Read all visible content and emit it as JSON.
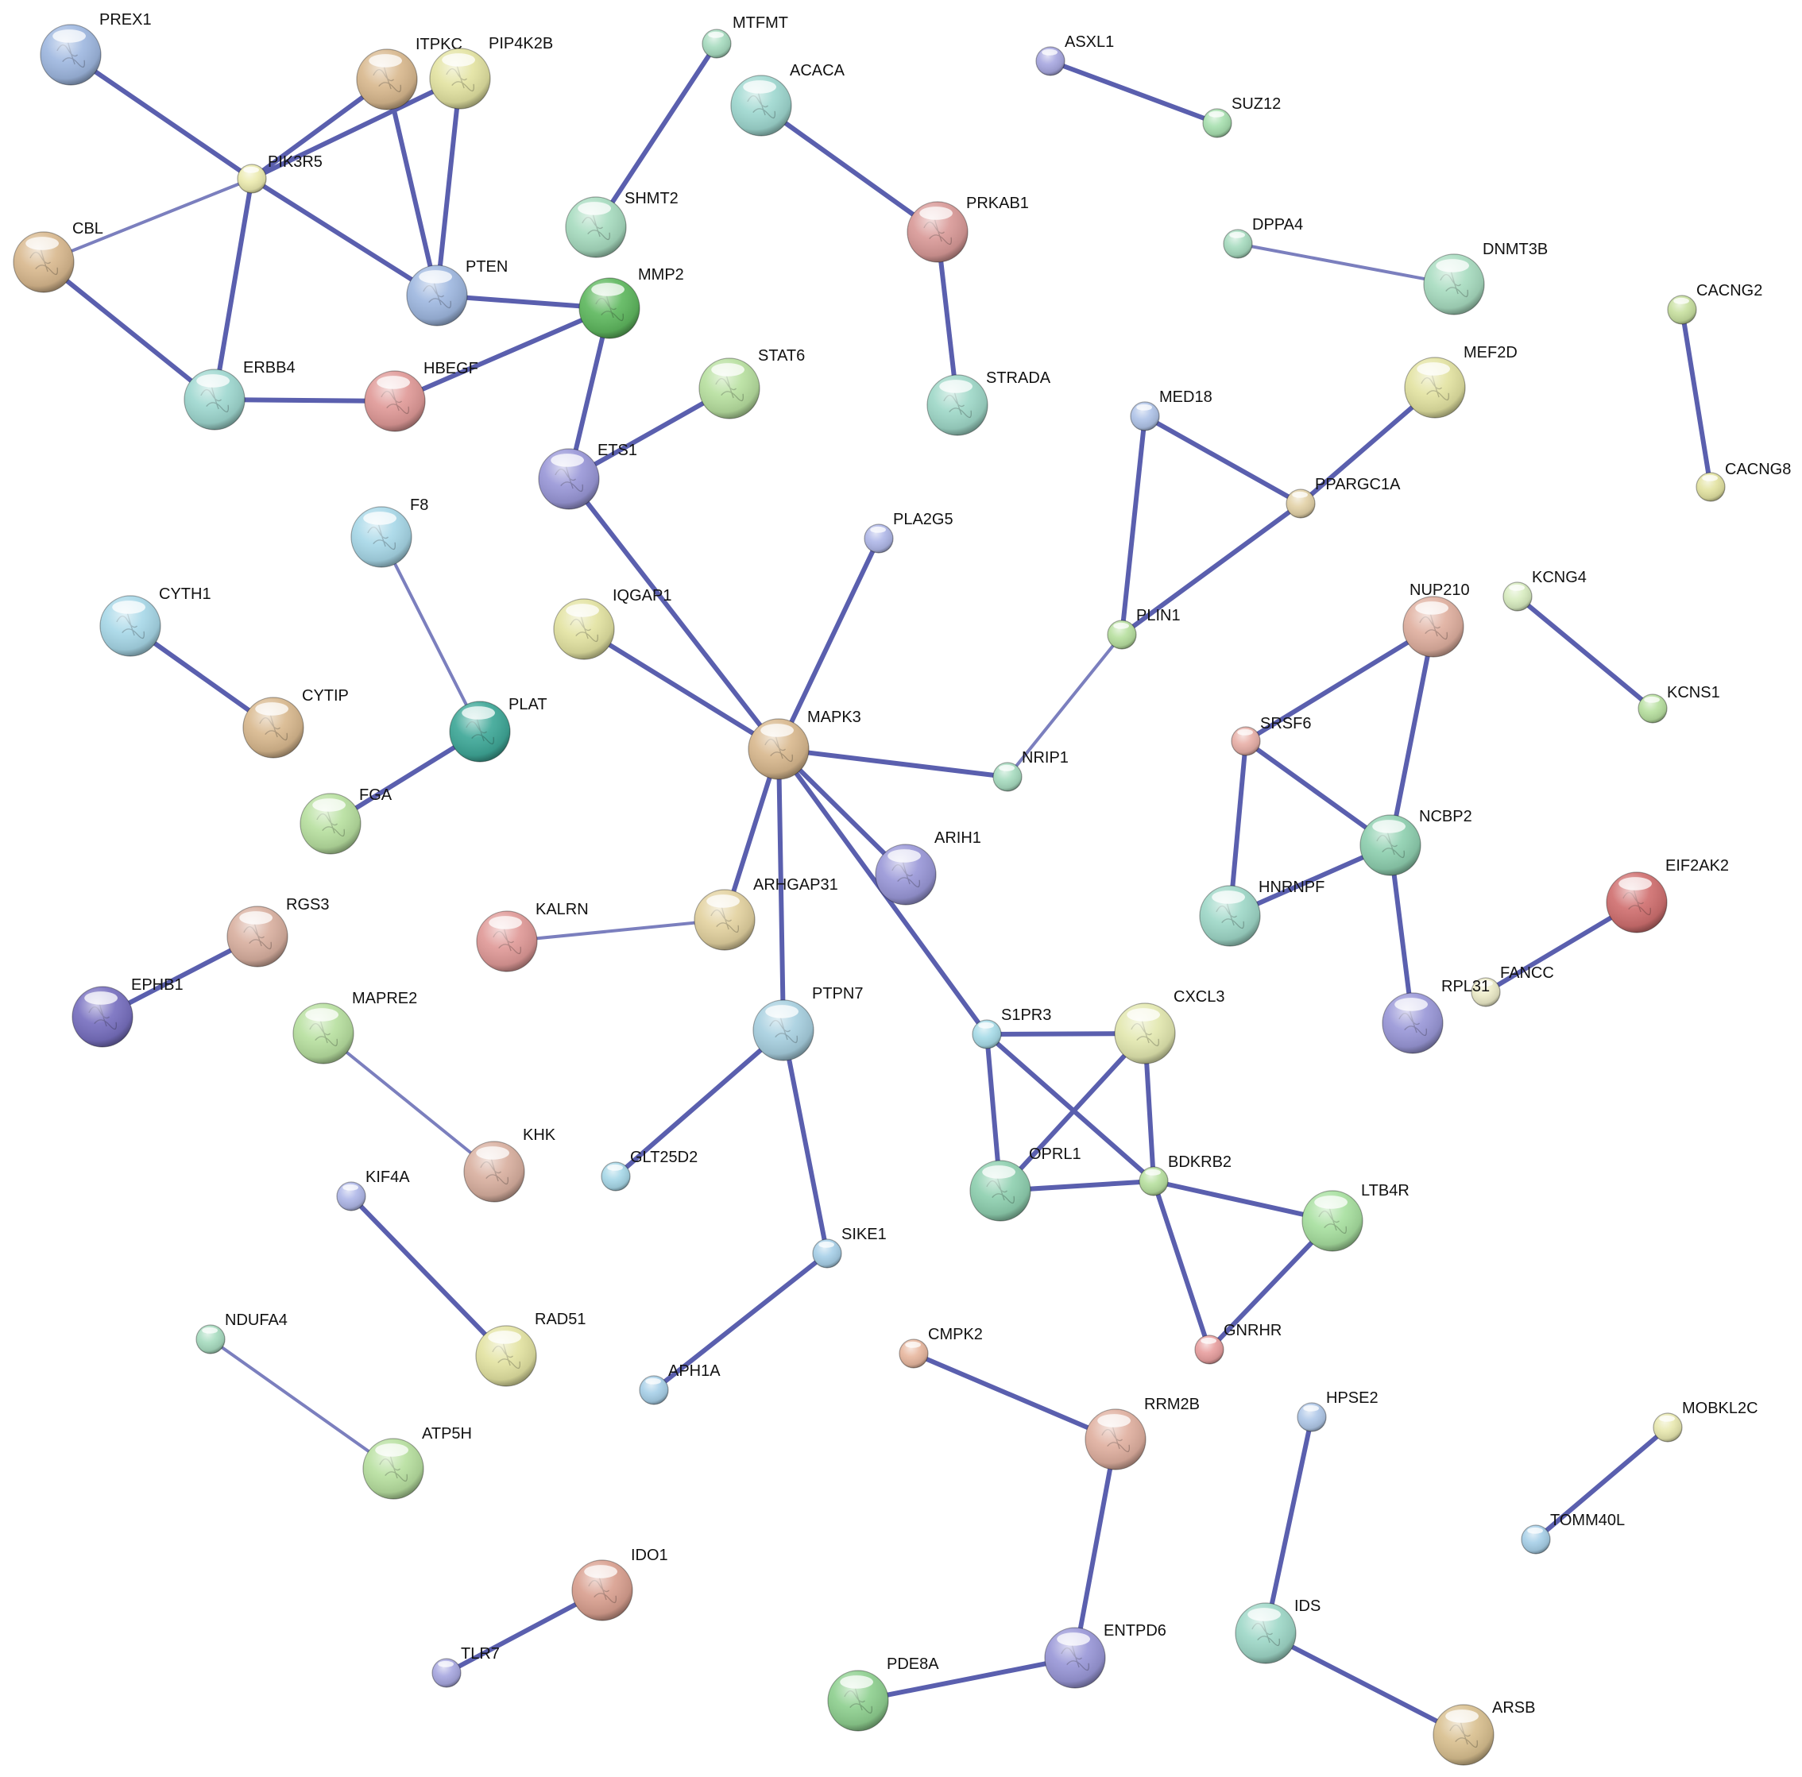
{
  "nodes": [
    {
      "id": "PREX1",
      "label": "PREX1",
      "color": "#9fb8e0",
      "kind": "protein"
    },
    {
      "id": "ITPKC",
      "label": "ITPKC",
      "color": "#d9b98f",
      "kind": "protein"
    },
    {
      "id": "PIP4K2B",
      "label": "PIP4K2B",
      "color": "#e3e3a2",
      "kind": "protein"
    },
    {
      "id": "PIK3R5",
      "label": "PIK3R5",
      "color": "#ecebb0",
      "kind": "small"
    },
    {
      "id": "CBL",
      "label": "CBL",
      "color": "#d9b98f",
      "kind": "protein"
    },
    {
      "id": "PTEN",
      "label": "PTEN",
      "color": "#9fb8e0",
      "kind": "protein"
    },
    {
      "id": "ERBB4",
      "label": "ERBB4",
      "color": "#9fd8d0",
      "kind": "protein"
    },
    {
      "id": "HBEGF",
      "label": "HBEGF",
      "color": "#e09a98",
      "kind": "protein"
    },
    {
      "id": "MTFMT",
      "label": "MTFMT",
      "color": "#a8dcc0",
      "kind": "small"
    },
    {
      "id": "SHMT2",
      "label": "SHMT2",
      "color": "#a8dcc0",
      "kind": "protein"
    },
    {
      "id": "MMP2",
      "label": "MMP2",
      "color": "#5fb85f",
      "kind": "protein"
    },
    {
      "id": "ACACA",
      "label": "ACACA",
      "color": "#9fd8d0",
      "kind": "protein"
    },
    {
      "id": "PRKAB1",
      "label": "PRKAB1",
      "color": "#d99a98",
      "kind": "protein"
    },
    {
      "id": "STRADA",
      "label": "STRADA",
      "color": "#9fd8c8",
      "kind": "protein"
    },
    {
      "id": "STAT6",
      "label": "STAT6",
      "color": "#b8e0a0",
      "kind": "protein"
    },
    {
      "id": "ETS1",
      "label": "ETS1",
      "color": "#9a98d8",
      "kind": "protein"
    },
    {
      "id": "ASXL1",
      "label": "ASXL1",
      "color": "#a8a8e0",
      "kind": "small"
    },
    {
      "id": "SUZ12",
      "label": "SUZ12",
      "color": "#a8e0b0",
      "kind": "small"
    },
    {
      "id": "DPPA4",
      "label": "DPPA4",
      "color": "#a8dcc0",
      "kind": "small"
    },
    {
      "id": "DNMT3B",
      "label": "DNMT3B",
      "color": "#a8dcc0",
      "kind": "protein"
    },
    {
      "id": "CACNG2",
      "label": "CACNG2",
      "color": "#c8e0a0",
      "kind": "small"
    },
    {
      "id": "CACNG8",
      "label": "CACNG8",
      "color": "#e3e3a2",
      "kind": "small"
    },
    {
      "id": "MEF2D",
      "label": "MEF2D",
      "color": "#e3e3a2",
      "kind": "protein"
    },
    {
      "id": "MED18",
      "label": "MED18",
      "color": "#b0c4e8",
      "kind": "small"
    },
    {
      "id": "PPARGC1A",
      "label": "PPARGC1A",
      "color": "#e3d2a8",
      "kind": "small"
    },
    {
      "id": "PLIN1",
      "label": "PLIN1",
      "color": "#b8e0a0",
      "kind": "small"
    },
    {
      "id": "F8",
      "label": "F8",
      "color": "#a8d8e8",
      "kind": "protein"
    },
    {
      "id": "CYTH1",
      "label": "CYTH1",
      "color": "#a8d8e8",
      "kind": "protein"
    },
    {
      "id": "CYTIP",
      "label": "CYTIP",
      "color": "#d9b98f",
      "kind": "protein"
    },
    {
      "id": "PLAT",
      "label": "PLAT",
      "color": "#3fa898",
      "kind": "protein"
    },
    {
      "id": "FGA",
      "label": "FGA",
      "color": "#b8e0a0",
      "kind": "protein"
    },
    {
      "id": "IQGAP1",
      "label": "IQGAP1",
      "color": "#e3e3a2",
      "kind": "protein"
    },
    {
      "id": "PLA2G5",
      "label": "PLA2G5",
      "color": "#b0b8e8",
      "kind": "small"
    },
    {
      "id": "MAPK3",
      "label": "MAPK3",
      "color": "#d9b98f",
      "kind": "protein"
    },
    {
      "id": "NRIP1",
      "label": "NRIP1",
      "color": "#a8dcc0",
      "kind": "small"
    },
    {
      "id": "NUP210",
      "label": "NUP210",
      "color": "#e0b0a0",
      "kind": "protein"
    },
    {
      "id": "KCNG4",
      "label": "KCNG4",
      "color": "#d8ecc0",
      "kind": "small"
    },
    {
      "id": "KCNS1",
      "label": "KCNS1",
      "color": "#b8e0a0",
      "kind": "small"
    },
    {
      "id": "SRSF6",
      "label": "SRSF6",
      "color": "#e8b0a8",
      "kind": "small"
    },
    {
      "id": "NCBP2",
      "label": "NCBP2",
      "color": "#8fd0b0",
      "kind": "protein"
    },
    {
      "id": "HNRNPF",
      "label": "HNRNPF",
      "color": "#9fd8c8",
      "kind": "protein"
    },
    {
      "id": "ARIH1",
      "label": "ARIH1",
      "color": "#9a98d8",
      "kind": "protein"
    },
    {
      "id": "ARHGAP31",
      "label": "ARHGAP31",
      "color": "#e3d2a0",
      "kind": "protein"
    },
    {
      "id": "KALRN",
      "label": "KALRN",
      "color": "#e09a98",
      "kind": "protein"
    },
    {
      "id": "RGS3",
      "label": "RGS3",
      "color": "#d9b0a0",
      "kind": "protein"
    },
    {
      "id": "EPHB1",
      "label": "EPHB1",
      "color": "#7870c0",
      "kind": "protein"
    },
    {
      "id": "EIF2AK2",
      "label": "EIF2AK2",
      "color": "#d07070",
      "kind": "protein"
    },
    {
      "id": "FANCC",
      "label": "FANCC",
      "color": "#ecebc8",
      "kind": "small"
    },
    {
      "id": "RPL31",
      "label": "RPL31",
      "color": "#9a98d8",
      "kind": "protein"
    },
    {
      "id": "MAPRE2",
      "label": "MAPRE2",
      "color": "#b8e0a0",
      "kind": "protein"
    },
    {
      "id": "PTPN7",
      "label": "PTPN7",
      "color": "#a8d0e0",
      "kind": "protein"
    },
    {
      "id": "S1PR3",
      "label": "S1PR3",
      "color": "#a8dce8",
      "kind": "small"
    },
    {
      "id": "CXCL3",
      "label": "CXCL3",
      "color": "#e3e8b0",
      "kind": "protein"
    },
    {
      "id": "KHK",
      "label": "KHK",
      "color": "#d9b0a0",
      "kind": "protein"
    },
    {
      "id": "GLT25D2",
      "label": "GLT25D2",
      "color": "#a8d8e8",
      "kind": "small"
    },
    {
      "id": "OPRL1",
      "label": "OPRL1",
      "color": "#8fd0b0",
      "kind": "protein"
    },
    {
      "id": "BDKRB2",
      "label": "BDKRB2",
      "color": "#b8e0a0",
      "kind": "small"
    },
    {
      "id": "LTB4R",
      "label": "LTB4R",
      "color": "#a8e0a0",
      "kind": "protein"
    },
    {
      "id": "KIF4A",
      "label": "KIF4A",
      "color": "#b0b8e8",
      "kind": "small"
    },
    {
      "id": "SIKE1",
      "label": "SIKE1",
      "color": "#a8d0e8",
      "kind": "small"
    },
    {
      "id": "RAD51",
      "label": "RAD51",
      "color": "#e3e3a2",
      "kind": "protein"
    },
    {
      "id": "NDUFA4",
      "label": "NDUFA4",
      "color": "#a8dcc0",
      "kind": "small"
    },
    {
      "id": "CMPK2",
      "label": "CMPK2",
      "color": "#e8b8a0",
      "kind": "small"
    },
    {
      "id": "GNRHR",
      "label": "GNRHR",
      "color": "#e8a0a0",
      "kind": "small"
    },
    {
      "id": "APH1A",
      "label": "APH1A",
      "color": "#a8d0e8",
      "kind": "small"
    },
    {
      "id": "RRM2B",
      "label": "RRM2B",
      "color": "#e0b0a0",
      "kind": "protein"
    },
    {
      "id": "HPSE2",
      "label": "HPSE2",
      "color": "#b0c8e8",
      "kind": "small"
    },
    {
      "id": "MOBKL2C",
      "label": "MOBKL2C",
      "color": "#e8e8b0",
      "kind": "small"
    },
    {
      "id": "ATP5H",
      "label": "ATP5H",
      "color": "#b8e0a0",
      "kind": "protein"
    },
    {
      "id": "TOMM40L",
      "label": "TOMM40L",
      "color": "#a8d0e8",
      "kind": "small"
    },
    {
      "id": "IDO1",
      "label": "IDO1",
      "color": "#d9a090",
      "kind": "protein"
    },
    {
      "id": "IDS",
      "label": "IDS",
      "color": "#9fd8c8",
      "kind": "protein"
    },
    {
      "id": "TLR7",
      "label": "TLR7",
      "color": "#a8a8e0",
      "kind": "small"
    },
    {
      "id": "ENTPD6",
      "label": "ENTPD6",
      "color": "#9a98d8",
      "kind": "protein"
    },
    {
      "id": "PDE8A",
      "label": "PDE8A",
      "color": "#8fd090",
      "kind": "protein"
    },
    {
      "id": "ARSB",
      "label": "ARSB",
      "color": "#d9c090",
      "kind": "protein"
    }
  ],
  "edges": [
    {
      "source": "PREX1",
      "target": "PIK3R5",
      "weight": "strong"
    },
    {
      "source": "ITPKC",
      "target": "PIK3R5",
      "weight": "strong"
    },
    {
      "source": "PIP4K2B",
      "target": "PIK3R5",
      "weight": "strong"
    },
    {
      "source": "ITPKC",
      "target": "PTEN",
      "weight": "strong"
    },
    {
      "source": "PIP4K2B",
      "target": "PTEN",
      "weight": "strong"
    },
    {
      "source": "PIK3R5",
      "target": "CBL",
      "weight": "medium"
    },
    {
      "source": "PIK3R5",
      "target": "PTEN",
      "weight": "strong"
    },
    {
      "source": "PIK3R5",
      "target": "ERBB4",
      "weight": "strong"
    },
    {
      "source": "CBL",
      "target": "ERBB4",
      "weight": "strong"
    },
    {
      "source": "ERBB4",
      "target": "HBEGF",
      "weight": "strong"
    },
    {
      "source": "HBEGF",
      "target": "MMP2",
      "weight": "strong"
    },
    {
      "source": "PTEN",
      "target": "MMP2",
      "weight": "strong"
    },
    {
      "source": "MTFMT",
      "target": "SHMT2",
      "weight": "strong"
    },
    {
      "source": "MMP2",
      "target": "ETS1",
      "weight": "strong"
    },
    {
      "source": "STAT6",
      "target": "ETS1",
      "weight": "strong"
    },
    {
      "source": "ACACA",
      "target": "PRKAB1",
      "weight": "strong"
    },
    {
      "source": "PRKAB1",
      "target": "STRADA",
      "weight": "strong"
    },
    {
      "source": "ASXL1",
      "target": "SUZ12",
      "weight": "strong"
    },
    {
      "source": "DPPA4",
      "target": "DNMT3B",
      "weight": "medium"
    },
    {
      "source": "CACNG2",
      "target": "CACNG8",
      "weight": "strong"
    },
    {
      "source": "MEF2D",
      "target": "PPARGC1A",
      "weight": "strong"
    },
    {
      "source": "MED18",
      "target": "PPARGC1A",
      "weight": "strong"
    },
    {
      "source": "MED18",
      "target": "PLIN1",
      "weight": "strong"
    },
    {
      "source": "PPARGC1A",
      "target": "PLIN1",
      "weight": "strong"
    },
    {
      "source": "PLIN1",
      "target": "NRIP1",
      "weight": "medium"
    },
    {
      "source": "F8",
      "target": "PLAT",
      "weight": "medium"
    },
    {
      "source": "CYTH1",
      "target": "CYTIP",
      "weight": "strong"
    },
    {
      "source": "PLAT",
      "target": "FGA",
      "weight": "strong"
    },
    {
      "source": "ETS1",
      "target": "MAPK3",
      "weight": "strong"
    },
    {
      "source": "IQGAP1",
      "target": "MAPK3",
      "weight": "strong"
    },
    {
      "source": "PLA2G5",
      "target": "MAPK3",
      "weight": "strong"
    },
    {
      "source": "MAPK3",
      "target": "NRIP1",
      "weight": "strong"
    },
    {
      "source": "MAPK3",
      "target": "ARIH1",
      "weight": "strong"
    },
    {
      "source": "MAPK3",
      "target": "ARHGAP31",
      "weight": "strong"
    },
    {
      "source": "MAPK3",
      "target": "PTPN7",
      "weight": "strong"
    },
    {
      "source": "MAPK3",
      "target": "S1PR3",
      "weight": "strong"
    },
    {
      "source": "KALRN",
      "target": "ARHGAP31",
      "weight": "medium"
    },
    {
      "source": "NUP210",
      "target": "SRSF6",
      "weight": "strong"
    },
    {
      "source": "NUP210",
      "target": "NCBP2",
      "weight": "strong"
    },
    {
      "source": "KCNG4",
      "target": "KCNS1",
      "weight": "strong"
    },
    {
      "source": "SRSF6",
      "target": "NCBP2",
      "weight": "strong"
    },
    {
      "source": "SRSF6",
      "target": "HNRNPF",
      "weight": "strong"
    },
    {
      "source": "NCBP2",
      "target": "HNRNPF",
      "weight": "strong"
    },
    {
      "source": "NCBP2",
      "target": "RPL31",
      "weight": "strong"
    },
    {
      "source": "EIF2AK2",
      "target": "FANCC",
      "weight": "strong"
    },
    {
      "source": "RGS3",
      "target": "EPHB1",
      "weight": "strong"
    },
    {
      "source": "MAPRE2",
      "target": "KHK",
      "weight": "medium"
    },
    {
      "source": "PTPN7",
      "target": "GLT25D2",
      "weight": "strong"
    },
    {
      "source": "PTPN7",
      "target": "SIKE1",
      "weight": "strong"
    },
    {
      "source": "S1PR3",
      "target": "CXCL3",
      "weight": "strong"
    },
    {
      "source": "S1PR3",
      "target": "OPRL1",
      "weight": "strong"
    },
    {
      "source": "S1PR3",
      "target": "BDKRB2",
      "weight": "strong"
    },
    {
      "source": "CXCL3",
      "target": "OPRL1",
      "weight": "strong"
    },
    {
      "source": "CXCL3",
      "target": "BDKRB2",
      "weight": "strong"
    },
    {
      "source": "OPRL1",
      "target": "BDKRB2",
      "weight": "strong"
    },
    {
      "source": "BDKRB2",
      "target": "LTB4R",
      "weight": "strong"
    },
    {
      "source": "BDKRB2",
      "target": "GNRHR",
      "weight": "strong"
    },
    {
      "source": "LTB4R",
      "target": "GNRHR",
      "weight": "strong"
    },
    {
      "source": "KIF4A",
      "target": "RAD51",
      "weight": "strong"
    },
    {
      "source": "SIKE1",
      "target": "APH1A",
      "weight": "strong"
    },
    {
      "source": "NDUFA4",
      "target": "ATP5H",
      "weight": "medium"
    },
    {
      "source": "CMPK2",
      "target": "RRM2B",
      "weight": "strong"
    },
    {
      "source": "RRM2B",
      "target": "ENTPD6",
      "weight": "strong"
    },
    {
      "source": "ENTPD6",
      "target": "PDE8A",
      "weight": "strong"
    },
    {
      "source": "HPSE2",
      "target": "IDS",
      "weight": "strong"
    },
    {
      "source": "IDS",
      "target": "ARSB",
      "weight": "strong"
    },
    {
      "source": "MOBKL2C",
      "target": "TOMM40L",
      "weight": "strong"
    },
    {
      "source": "IDO1",
      "target": "TLR7",
      "weight": "strong"
    }
  ],
  "style": {
    "edge_color": "#5a5fae",
    "background": "#ffffff"
  }
}
